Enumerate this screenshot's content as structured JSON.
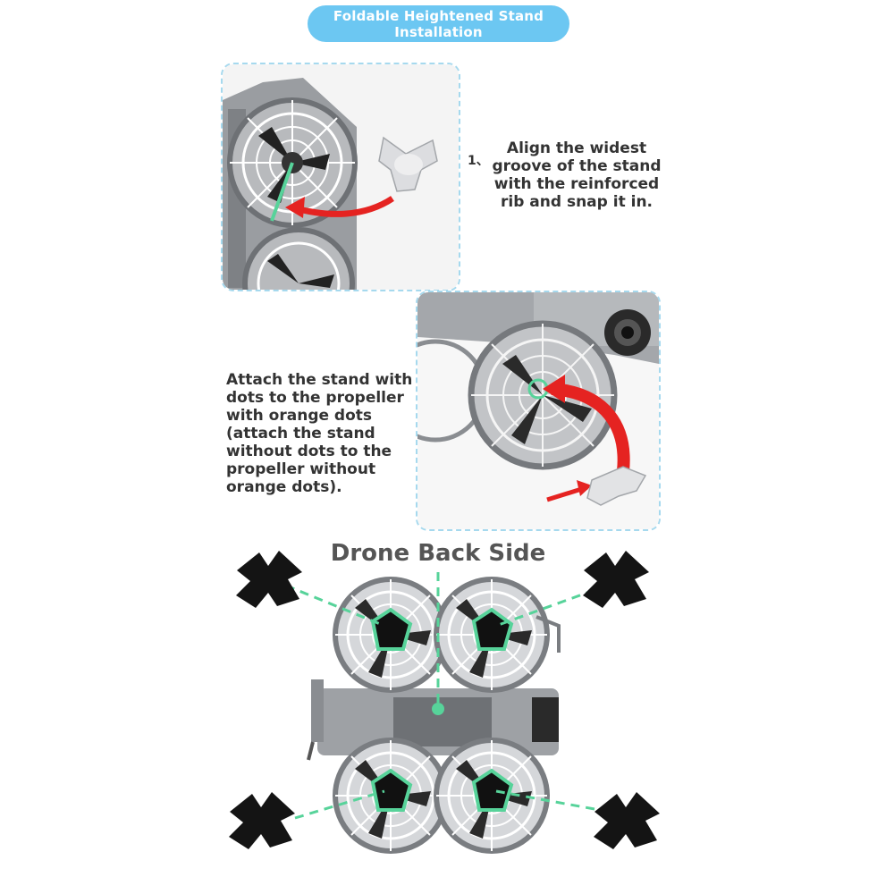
{
  "banner": {
    "line1": "Foldable Heightened Stand",
    "line2": "Installation"
  },
  "step1": {
    "number": "1、",
    "lines": [
      "Align the widest",
      "groove of the stand",
      "with the reinforced",
      "rib and snap it in."
    ]
  },
  "step2": {
    "lines": [
      "Attach the stand with",
      "dots to the propeller",
      "with orange dots",
      "(attach the stand",
      "without dots to the",
      "propeller without",
      "orange dots)."
    ]
  },
  "diagram": {
    "title": "Drone Back Side"
  },
  "colors": {
    "banner": "#6cc7f2",
    "panel_border": "#a6d9ee",
    "accent_green": "#57d39a",
    "arrow_red": "#e52321",
    "frame_gray": "#8a8d91",
    "stand_black": "#141414"
  }
}
